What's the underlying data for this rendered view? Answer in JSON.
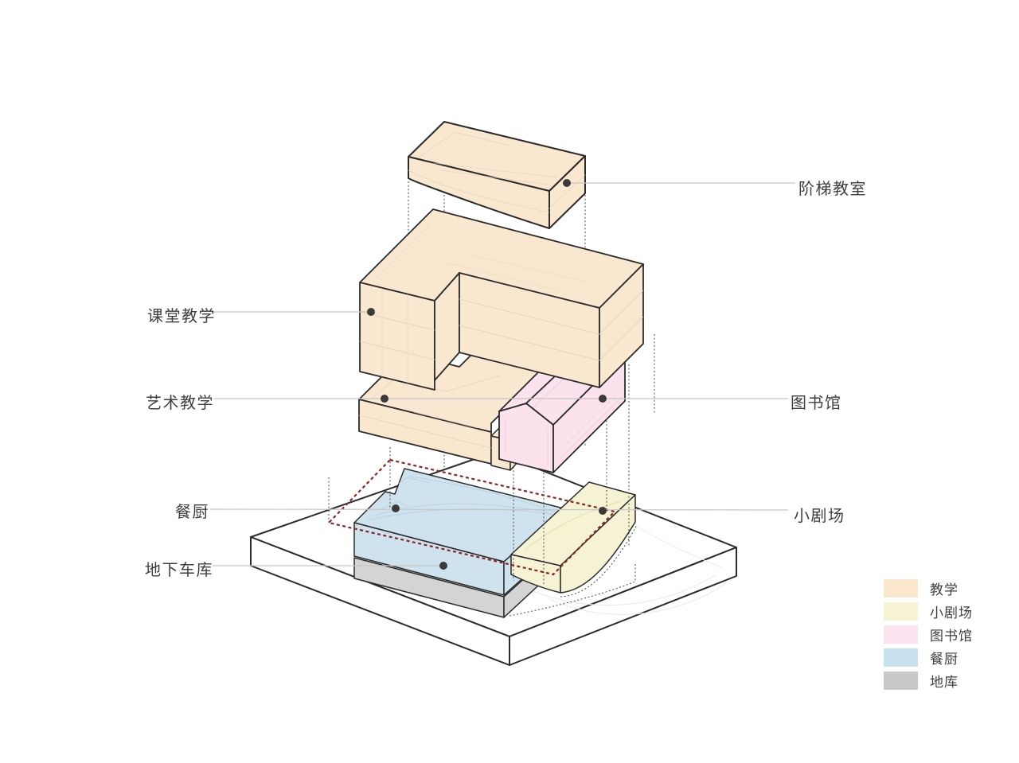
{
  "callouts": {
    "lecture_hall": {
      "label": "阶梯教室"
    },
    "classroom": {
      "label": "课堂教学"
    },
    "art": {
      "label": "艺术教学"
    },
    "library": {
      "label": "图书馆"
    },
    "dining": {
      "label": "餐厨"
    },
    "theater": {
      "label": "小剧场"
    },
    "garage": {
      "label": "地下车库"
    }
  },
  "legend": {
    "items": [
      {
        "label": "教学",
        "color": "#FBE6CE"
      },
      {
        "label": "小剧场",
        "color": "#F6F4D5"
      },
      {
        "label": "图书馆",
        "color": "#FBE3EF"
      },
      {
        "label": "餐厨",
        "color": "#C7E1EE"
      },
      {
        "label": "地库",
        "color": "#C9C9C9"
      }
    ]
  },
  "colors": {
    "teaching": "#FAE7D0",
    "theater": "#F5F3D3",
    "library": "#FBE2EC",
    "dining": "#CFE3EE",
    "garage": "#D4D4D4",
    "ground": "#FFFFFF",
    "outline": "#2B2B2B",
    "boundary": "#8C2424",
    "marker": "#3A3A3A",
    "leader": "#C6C6C6"
  }
}
